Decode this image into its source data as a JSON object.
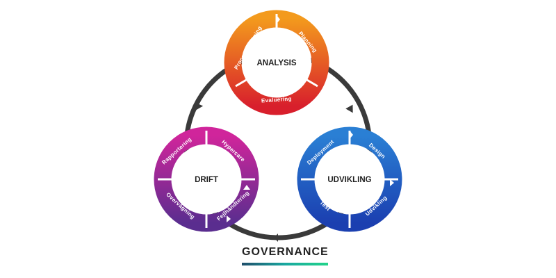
{
  "colors": {
    "connector": "#3a3a3a",
    "analysis_gradient": [
      "#f39a1d",
      "#d81f2c"
    ],
    "udvikling_gradient": [
      "#2a7fd4",
      "#1b3fb0"
    ],
    "drift_gradient": [
      "#d0259b",
      "#5a2d8f"
    ],
    "governance_underline": [
      "#1f4e6b",
      "#22d48a"
    ]
  },
  "cycles": [
    {
      "id": "analysis",
      "title": "ANALYSIS",
      "segments": [
        "Process Mapping",
        "Planning",
        "Evaluering"
      ]
    },
    {
      "id": "udvikling",
      "title": "UDVIKLING",
      "segments": [
        "Deployment",
        "Design",
        "Udvikling",
        "Test"
      ]
    },
    {
      "id": "drift",
      "title": "DRIFT",
      "segments": [
        "Rapportering",
        "Hypercare",
        "Fejlhåndtering",
        "Overvågning"
      ]
    }
  ],
  "governance": {
    "label": "GOVERNANCE"
  }
}
